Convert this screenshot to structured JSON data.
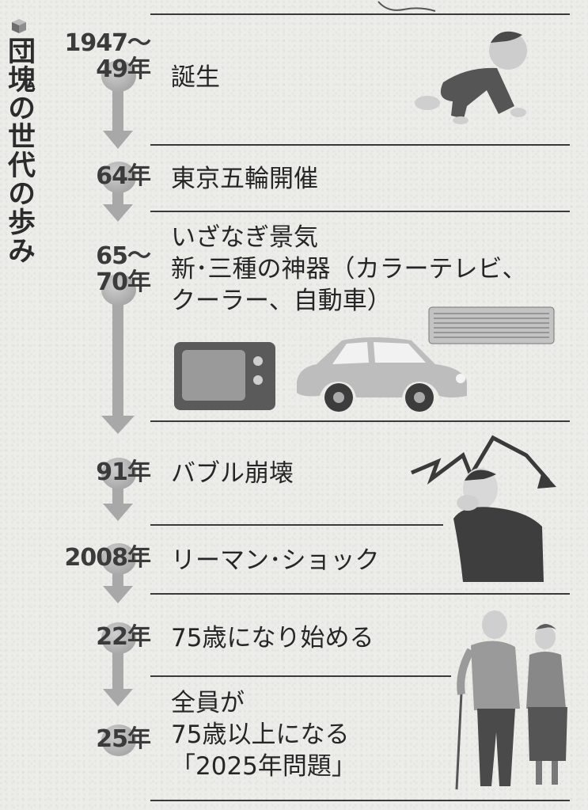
{
  "title": "団塊の世代の歩み",
  "events": [
    {
      "year_line1": "1947〜",
      "year_line2": "49年",
      "text_lines": [
        "誕生"
      ]
    },
    {
      "year_line1": "",
      "year_line2": "64年",
      "text_lines": [
        "東京五輪開催"
      ]
    },
    {
      "year_line1": "65〜",
      "year_line2": "70年",
      "text_lines": [
        "いざなぎ景気",
        "新･三種の神器（カラーテレビ、",
        "クーラー、自動車）"
      ]
    },
    {
      "year_line1": "",
      "year_line2": "91年",
      "text_lines": [
        "バブル崩壊"
      ]
    },
    {
      "year_line1": "",
      "year_line2": "2008年",
      "text_lines": [
        "リーマン･ショック"
      ]
    },
    {
      "year_line1": "",
      "year_line2": "22年",
      "text_lines": [
        "75歳になり始める"
      ]
    },
    {
      "year_line1": "",
      "year_line2": "25年",
      "text_lines": [
        "全員が",
        "75歳以上になる",
        "「2025年問題」"
      ]
    }
  ]
}
